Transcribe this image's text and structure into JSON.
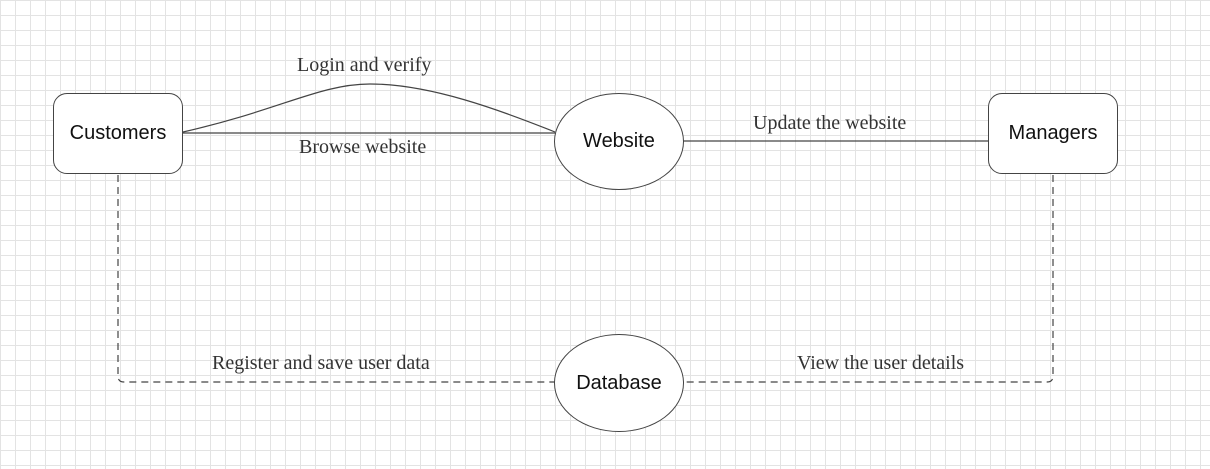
{
  "diagram": {
    "nodes": {
      "customers": {
        "label": "Customers",
        "shape": "rounded-rectangle"
      },
      "website": {
        "label": "Website",
        "shape": "ellipse"
      },
      "managers": {
        "label": "Managers",
        "shape": "rounded-rectangle"
      },
      "database": {
        "label": "Database",
        "shape": "ellipse"
      }
    },
    "edges": {
      "login": {
        "from": "Customers",
        "to": "Website",
        "label": "Login and verify",
        "style": "solid-curve"
      },
      "browse": {
        "from": "Customers",
        "to": "Website",
        "label": "Browse website",
        "style": "solid"
      },
      "update": {
        "from": "Website",
        "to": "Managers",
        "label": "Update the website",
        "style": "solid"
      },
      "register": {
        "from": "Customers",
        "to": "Database",
        "label": "Register and save user data",
        "style": "dashed"
      },
      "view": {
        "from": "Managers",
        "to": "Database",
        "label": "View the user details",
        "style": "dashed"
      }
    },
    "colors": {
      "line": "#444444",
      "grid": "#e3e3e3",
      "background": "#ffffff"
    }
  }
}
